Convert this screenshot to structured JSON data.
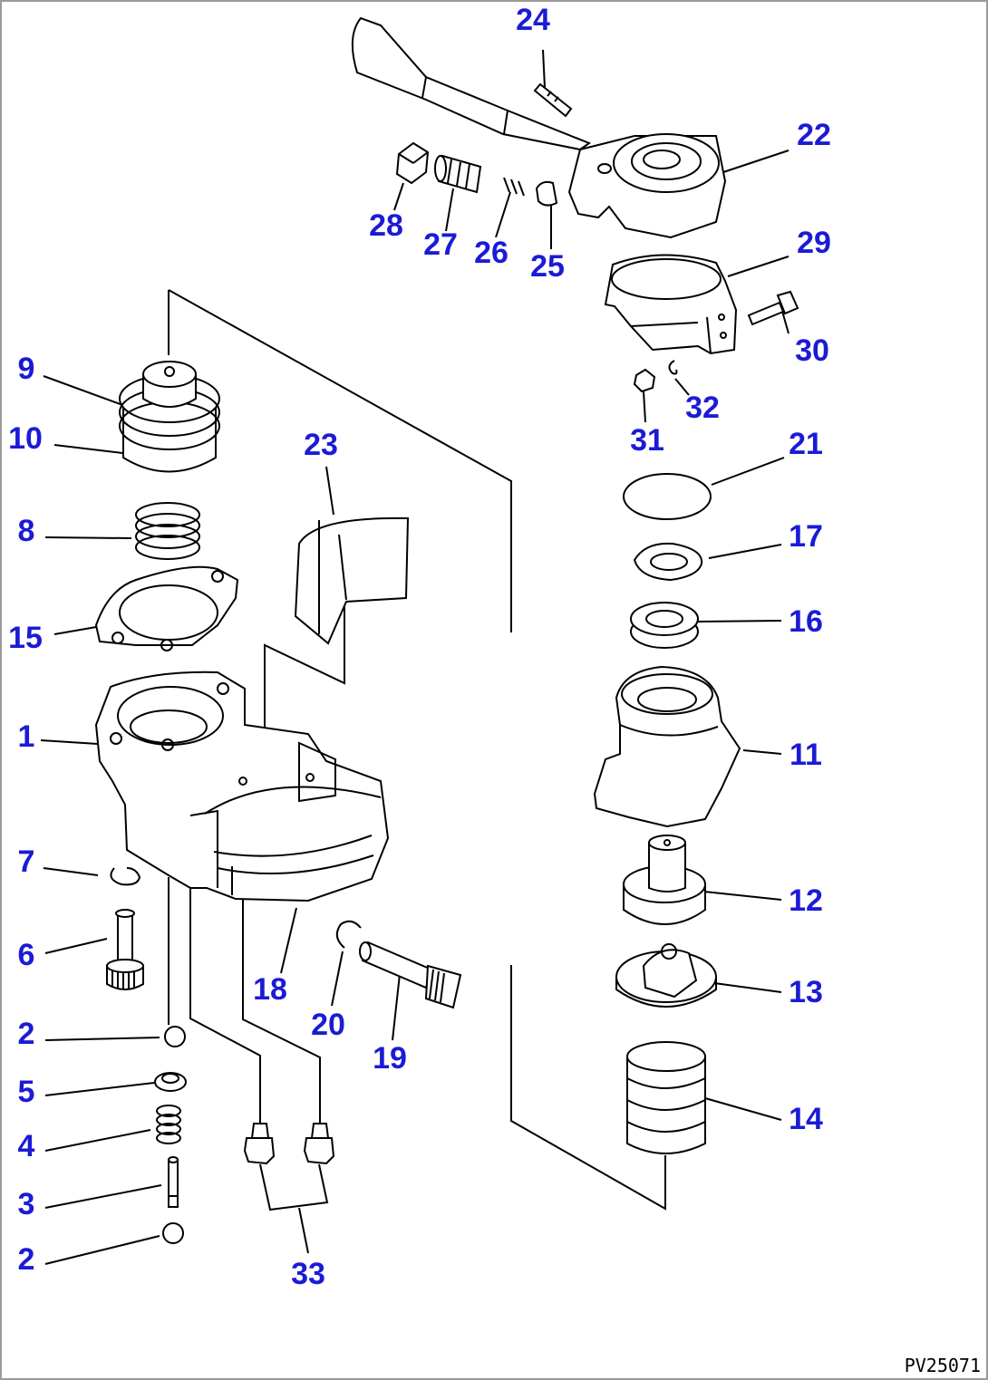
{
  "drawing_ref": "PV25071",
  "callouts": [
    {
      "id": "c24",
      "label": "24"
    },
    {
      "id": "c22",
      "label": "22"
    },
    {
      "id": "c28",
      "label": "28"
    },
    {
      "id": "c27",
      "label": "27"
    },
    {
      "id": "c26",
      "label": "26"
    },
    {
      "id": "c25",
      "label": "25"
    },
    {
      "id": "c29",
      "label": "29"
    },
    {
      "id": "c30",
      "label": "30"
    },
    {
      "id": "c9",
      "label": "9"
    },
    {
      "id": "c10",
      "label": "10"
    },
    {
      "id": "c32",
      "label": "32"
    },
    {
      "id": "c31",
      "label": "31"
    },
    {
      "id": "c21",
      "label": "21"
    },
    {
      "id": "c23",
      "label": "23"
    },
    {
      "id": "c8",
      "label": "8"
    },
    {
      "id": "c17",
      "label": "17"
    },
    {
      "id": "c16",
      "label": "16"
    },
    {
      "id": "c15",
      "label": "15"
    },
    {
      "id": "c1",
      "label": "1"
    },
    {
      "id": "c11",
      "label": "11"
    },
    {
      "id": "c7",
      "label": "7"
    },
    {
      "id": "c12",
      "label": "12"
    },
    {
      "id": "c6",
      "label": "6"
    },
    {
      "id": "c18",
      "label": "18"
    },
    {
      "id": "c13",
      "label": "13"
    },
    {
      "id": "c20",
      "label": "20"
    },
    {
      "id": "c19",
      "label": "19"
    },
    {
      "id": "c2a",
      "label": "2"
    },
    {
      "id": "c5",
      "label": "5"
    },
    {
      "id": "c14",
      "label": "14"
    },
    {
      "id": "c4",
      "label": "4"
    },
    {
      "id": "c3",
      "label": "3"
    },
    {
      "id": "c2b",
      "label": "2"
    },
    {
      "id": "c33",
      "label": "33"
    }
  ],
  "colors": {
    "callout": "#1b1bd6",
    "line": "#000000",
    "background": "#ffffff"
  }
}
